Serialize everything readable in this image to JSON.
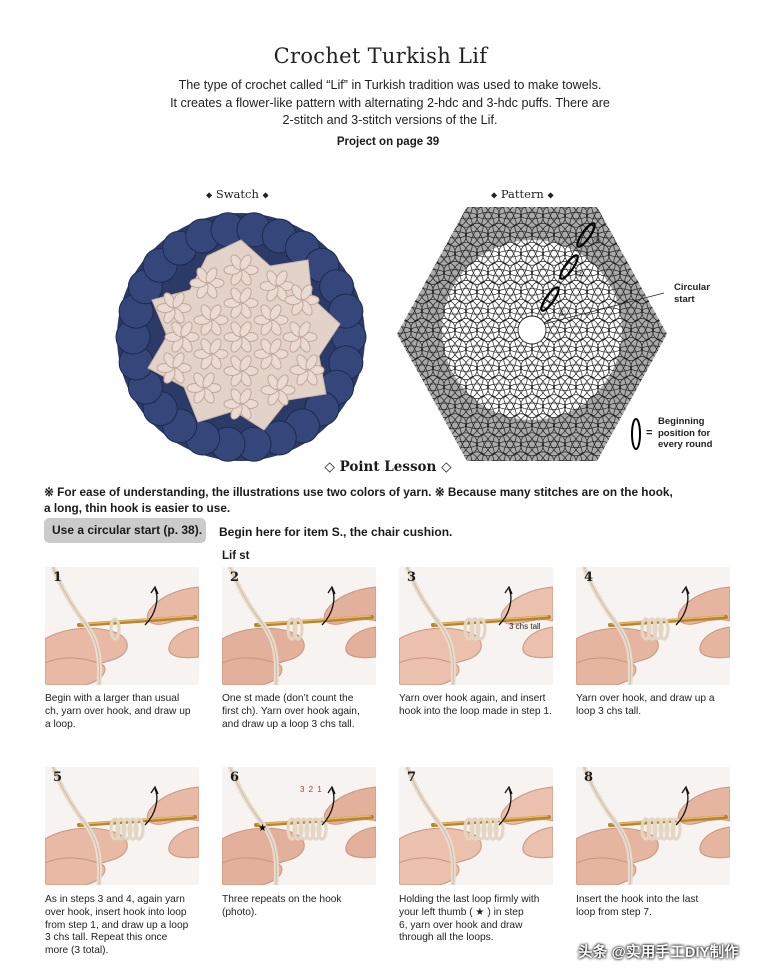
{
  "title": "Crochet Turkish Lif",
  "intro": {
    "line1": "The type of crochet called “Lif” in Turkish tradition was used to make towels.",
    "line2": "It creates a flower-like pattern with alternating 2-hdc and 3-hdc puffs. There are",
    "line3": "2-stitch and 3-stitch versions of the Lif."
  },
  "project_ref": "Project on page 39",
  "figures": {
    "swatch_label": "Swatch",
    "pattern_label": "Pattern",
    "circular_start_callout": {
      "line1": "Circular",
      "line2": "start"
    },
    "beginning_callout": {
      "line1": "Beginning",
      "line2": "position for",
      "line3": "every round"
    },
    "equals": "=",
    "pattern_markers": [
      "①",
      "②",
      "③"
    ],
    "colors": {
      "swatch_border": "#2b3a66",
      "swatch_center": "#e3d2c8",
      "pattern_fill": "#a9a9a9"
    }
  },
  "point_lesson": "◇ Point Lesson ◇",
  "notes": {
    "line1": "※ For ease of understanding, the illustrations use two colors of yarn. ※ Because many stitches are on the hook,",
    "line2": "a long, thin hook is easier to use."
  },
  "start_pill": "Use a circular start (p. 38).",
  "begin_text": "Begin here for item S., the chair cushion.",
  "section_label": "Lif st",
  "steps": [
    {
      "num": "1",
      "caption": [
        "Begin with a larger than usual",
        "ch, yarn over hook, and draw up",
        "a loop."
      ]
    },
    {
      "num": "2",
      "caption": [
        "One st made (don’t count the",
        "first ch). Yarn over hook again,",
        "and draw up a loop 3 chs tall."
      ]
    },
    {
      "num": "3",
      "caption": [
        "Yarn over hook again, and insert",
        "hook into the loop made in step 1."
      ],
      "annotation": "3 chs tall"
    },
    {
      "num": "4",
      "caption": [
        "Yarn over hook, and draw up a",
        "loop 3 chs tall."
      ]
    },
    {
      "num": "5",
      "caption": [
        "As in steps 3 and 4, again yarn",
        "over hook, insert hook into loop",
        "from step 1, and draw up a loop",
        "3 chs tall. Repeat this once",
        "more (3 total)."
      ]
    },
    {
      "num": "6",
      "caption": [
        "Three repeats on the hook",
        "(photo)."
      ],
      "annotation": "3 2 1",
      "star": "★"
    },
    {
      "num": "7",
      "caption": [
        "Holding the last loop firmly with",
        "your left thumb ( ★ ) in step",
        "6, yarn over hook and draw",
        "through all the loops."
      ]
    },
    {
      "num": "8",
      "caption": [
        "Insert the hook into the last",
        "loop from step 7."
      ]
    }
  ],
  "watermark": "头条 @实用手工DIY制作"
}
